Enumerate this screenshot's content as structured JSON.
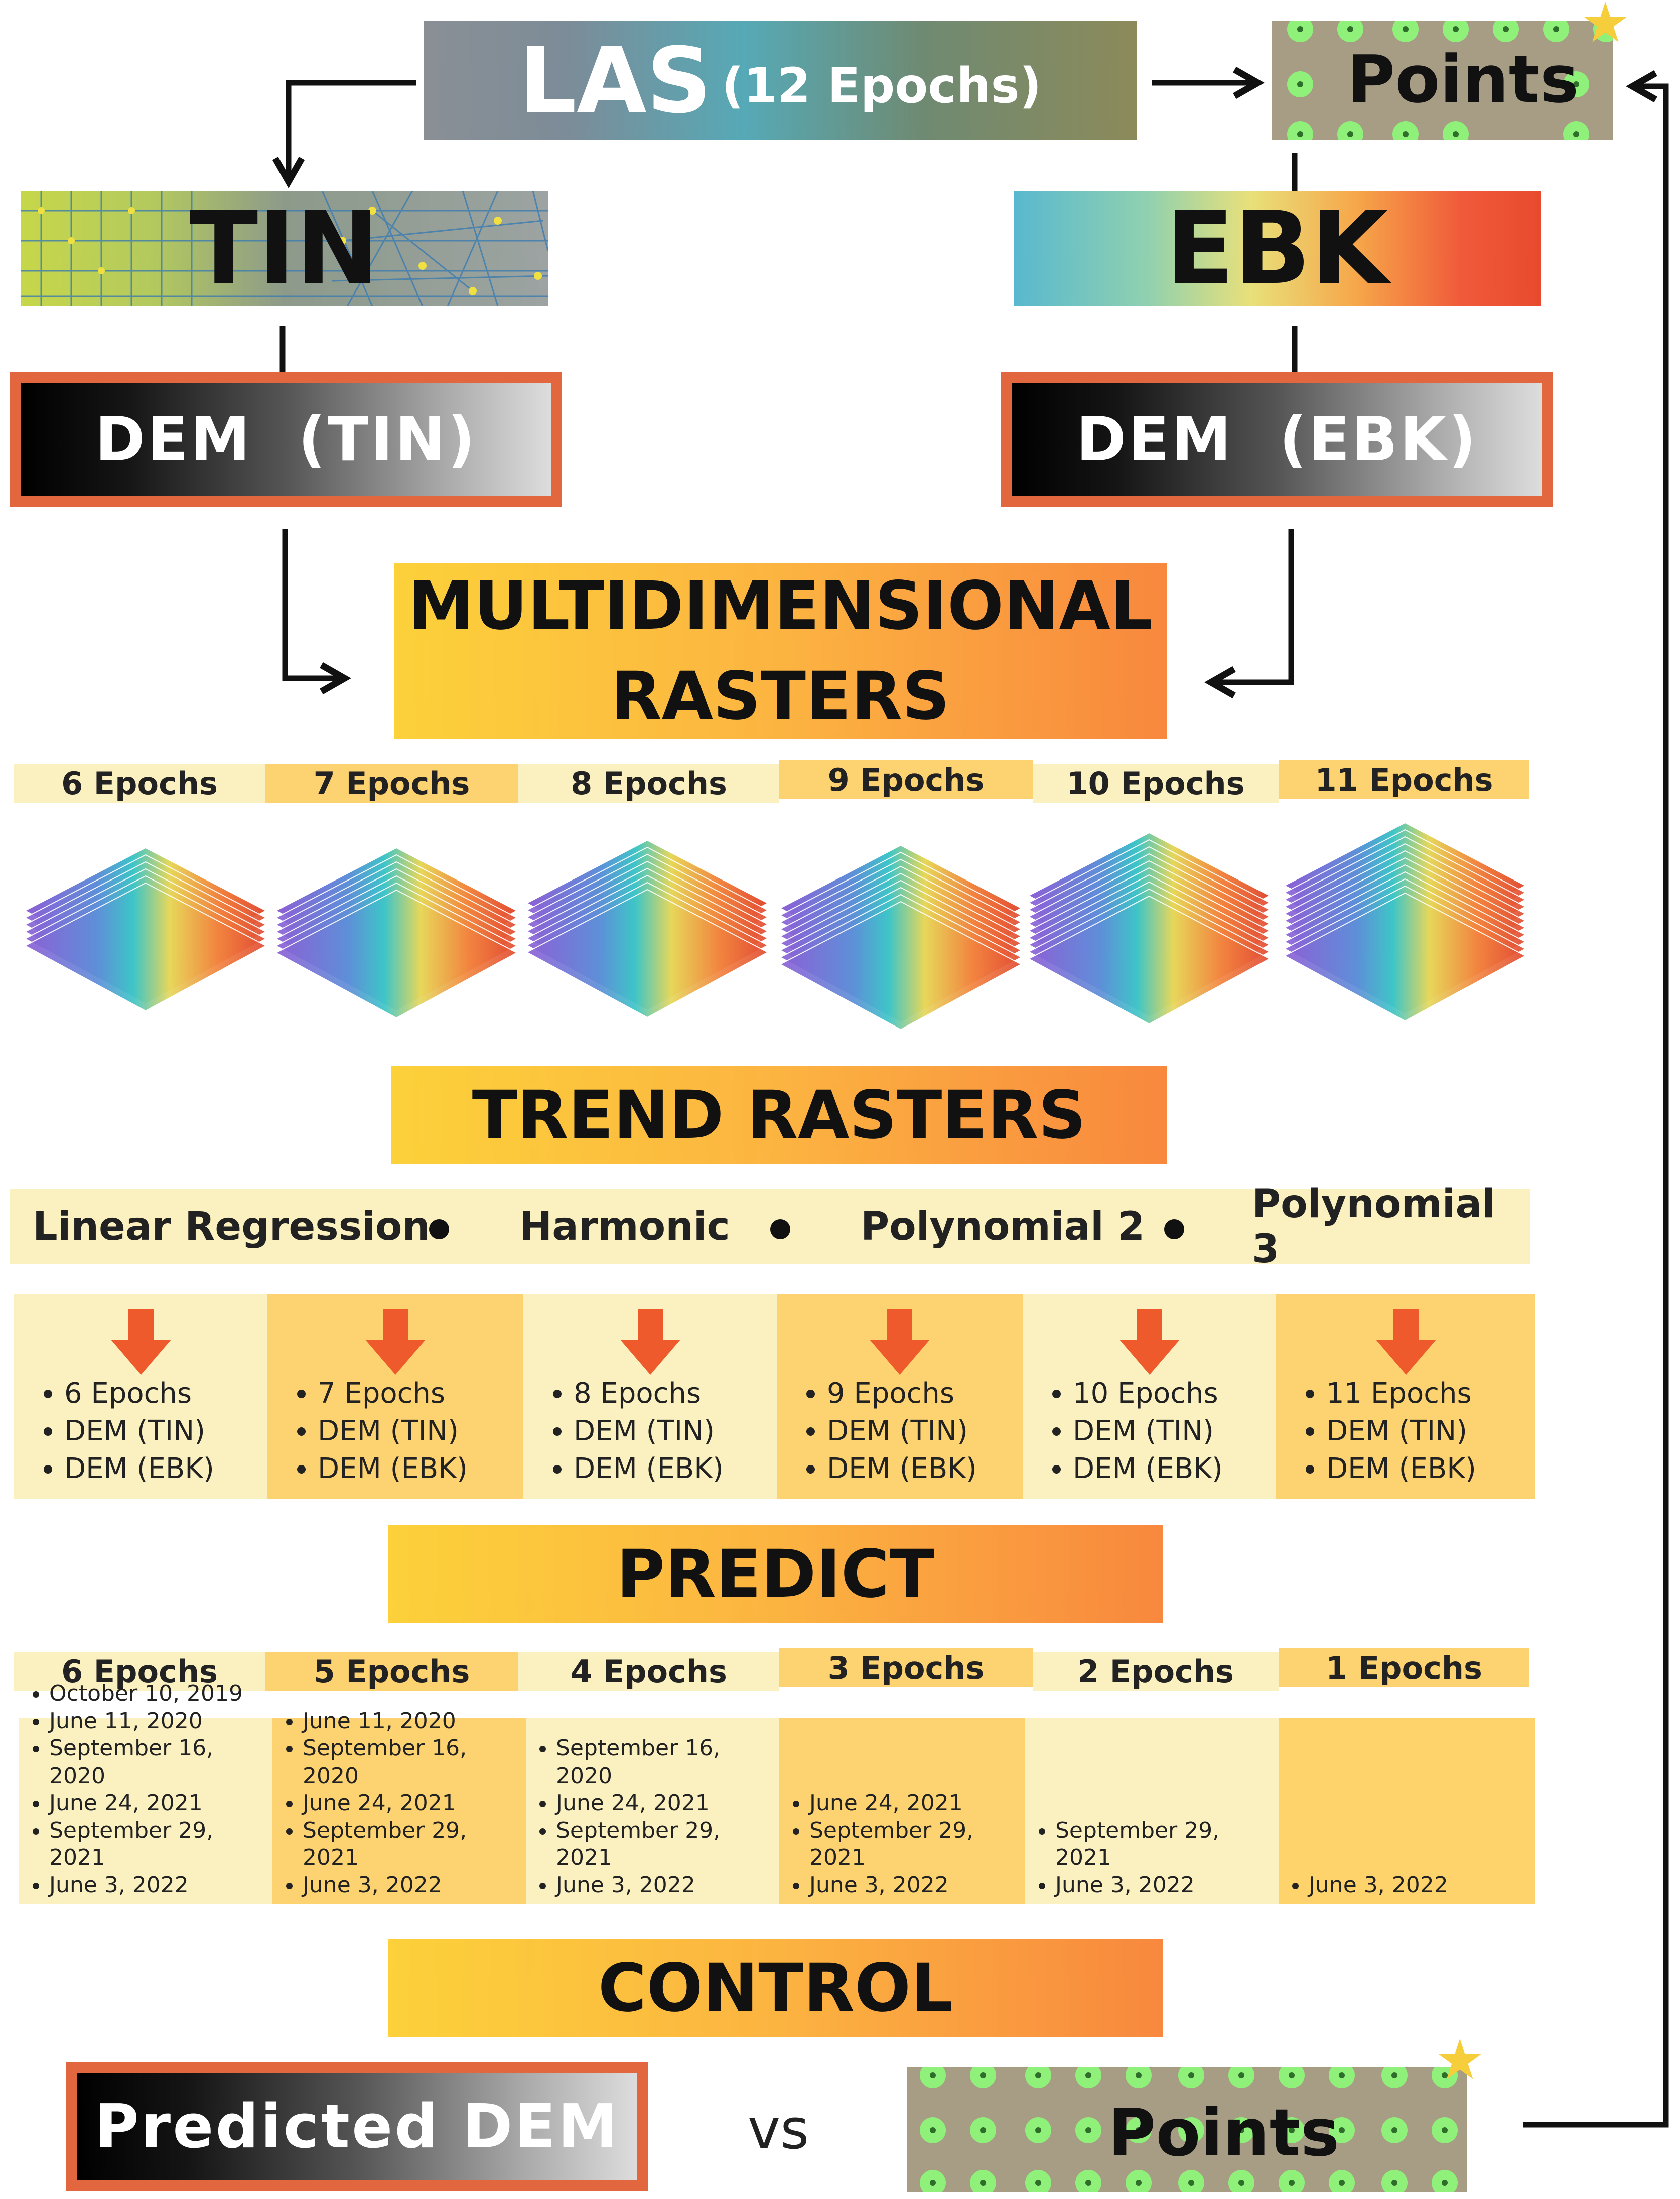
{
  "top": {
    "las_label": "LAS",
    "las_sub": "(12 Epochs)",
    "points_label": "Points",
    "tin_label": "TIN",
    "ebk_label": "EBK",
    "dem_tin_label": "DEM  (TIN)",
    "dem_ebk_label": "DEM  (EBK)"
  },
  "multidimensional": {
    "line1": "MULTIDIMENSIONAL",
    "line2": "RASTERS"
  },
  "epoch_tabs": [
    "6 Epochs",
    "7 Epochs",
    "8 Epochs",
    "9 Epochs",
    "10 Epochs",
    "11 Epochs"
  ],
  "trend": {
    "title": "TREND RASTERS",
    "methods": [
      "Linear Regression",
      "Harmonic",
      "Polynomial 2",
      "Polynomial 3"
    ],
    "cells": [
      [
        "6 Epochs",
        "DEM (TIN)",
        "DEM (EBK)"
      ],
      [
        "7 Epochs",
        "DEM (TIN)",
        "DEM (EBK)"
      ],
      [
        "8 Epochs",
        "DEM (TIN)",
        "DEM (EBK)"
      ],
      [
        "9 Epochs",
        "DEM (TIN)",
        "DEM (EBK)"
      ],
      [
        "10 Epochs",
        "DEM (TIN)",
        "DEM (EBK)"
      ],
      [
        "11 Epochs",
        "DEM (TIN)",
        "DEM (EBK)"
      ]
    ]
  },
  "predict": {
    "title": "PREDICT",
    "tabs": [
      "6 Epochs",
      "5 Epochs",
      "4 Epochs",
      "3 Epochs",
      "2 Epochs",
      "1 Epochs"
    ],
    "dates": [
      [
        "October 10, 2019",
        "June 11, 2020",
        "September 16, 2020",
        "June 24, 2021",
        "September 29, 2021",
        "June 3, 2022"
      ],
      [
        "June 11, 2020",
        "September 16, 2020",
        "June 24, 2021",
        "September 29, 2021",
        "June 3, 2022"
      ],
      [
        "September 16, 2020",
        "June 24, 2021",
        "September 29, 2021",
        "June 3, 2022"
      ],
      [
        "June 24, 2021",
        "September 29, 2021",
        "June 3, 2022"
      ],
      [
        "September 29, 2021",
        "June 3, 2022"
      ],
      [
        "June 3, 2022"
      ]
    ]
  },
  "control": {
    "title": "CONTROL",
    "predicted_label": "Predicted DEM",
    "vs_label": "vs",
    "points_label": "Points"
  },
  "colors": {
    "accent_border": "#e2673f",
    "banner_start": "#fcd13a",
    "banner_end": "#f8883e",
    "pale_fill": "#fbf0c0",
    "mid_fill": "#fdd271",
    "arrow": "#ee5a2c"
  }
}
